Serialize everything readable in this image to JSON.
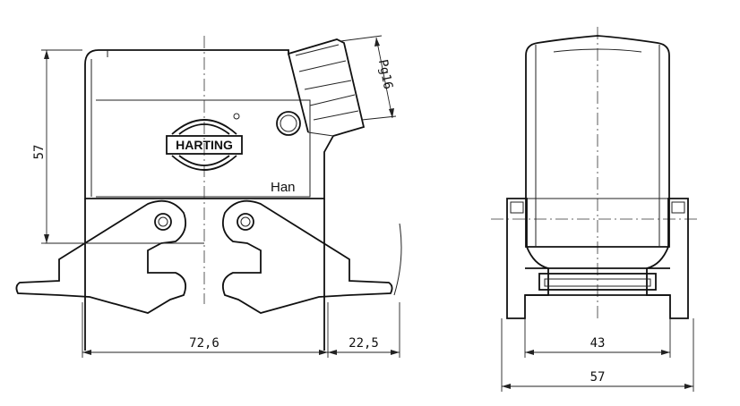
{
  "dimensions": {
    "height_57": "57",
    "thread_pg16": "Pg16",
    "width_72_6": "72,6",
    "offset_22_5": "22,5",
    "side_inner_43": "43",
    "side_outer_57": "57"
  },
  "brand": {
    "logo_text": "HARTING",
    "series_text": "Han"
  }
}
